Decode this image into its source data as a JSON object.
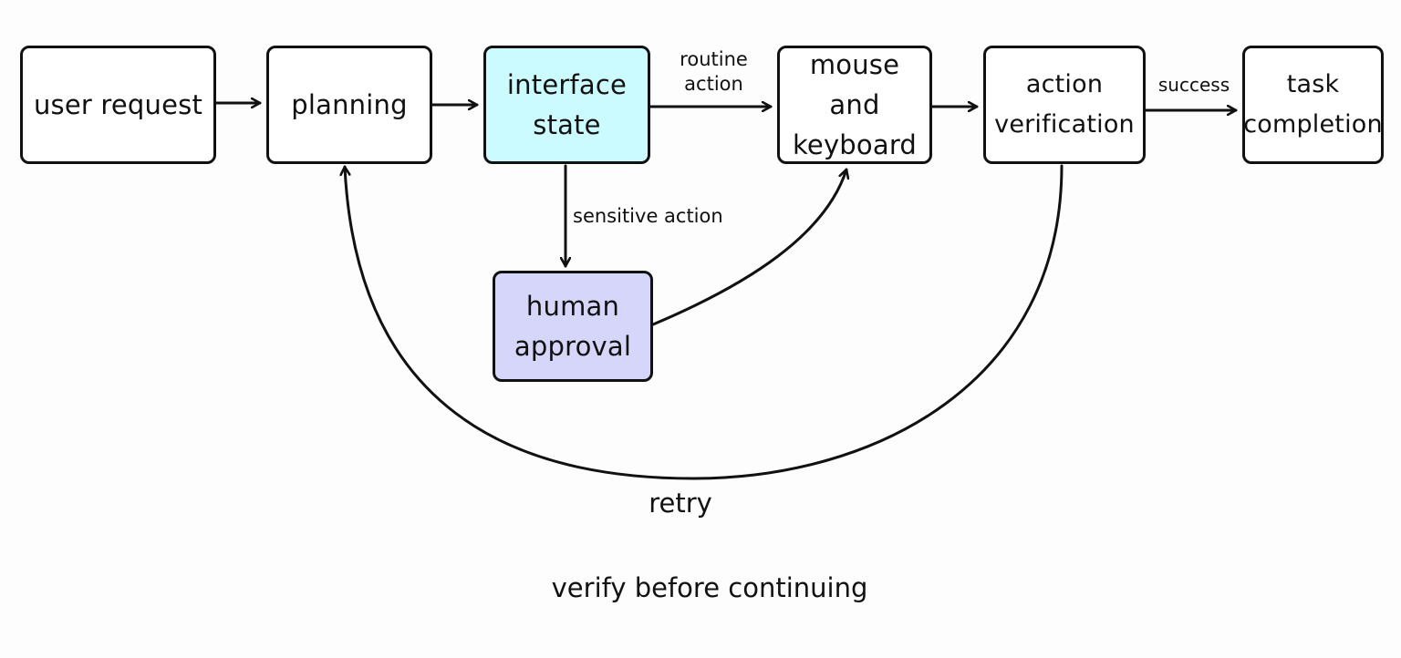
{
  "nodes": {
    "user_request": {
      "label": "user request"
    },
    "planning": {
      "label": "planning"
    },
    "interface_state": {
      "label": "interface state",
      "fill": "#ccfbff"
    },
    "mouse_keyboard": {
      "label": "mouse and keyboard"
    },
    "action_verification": {
      "label": "action verification"
    },
    "task_completion": {
      "label": "task completion"
    },
    "human_approval": {
      "label": "human approval",
      "fill": "#d6d6fb"
    }
  },
  "edge_labels": {
    "routine_action": "routine action",
    "success": "success",
    "sensitive_action": "sensitive action",
    "retry": "retry"
  },
  "caption": "verify before continuing"
}
